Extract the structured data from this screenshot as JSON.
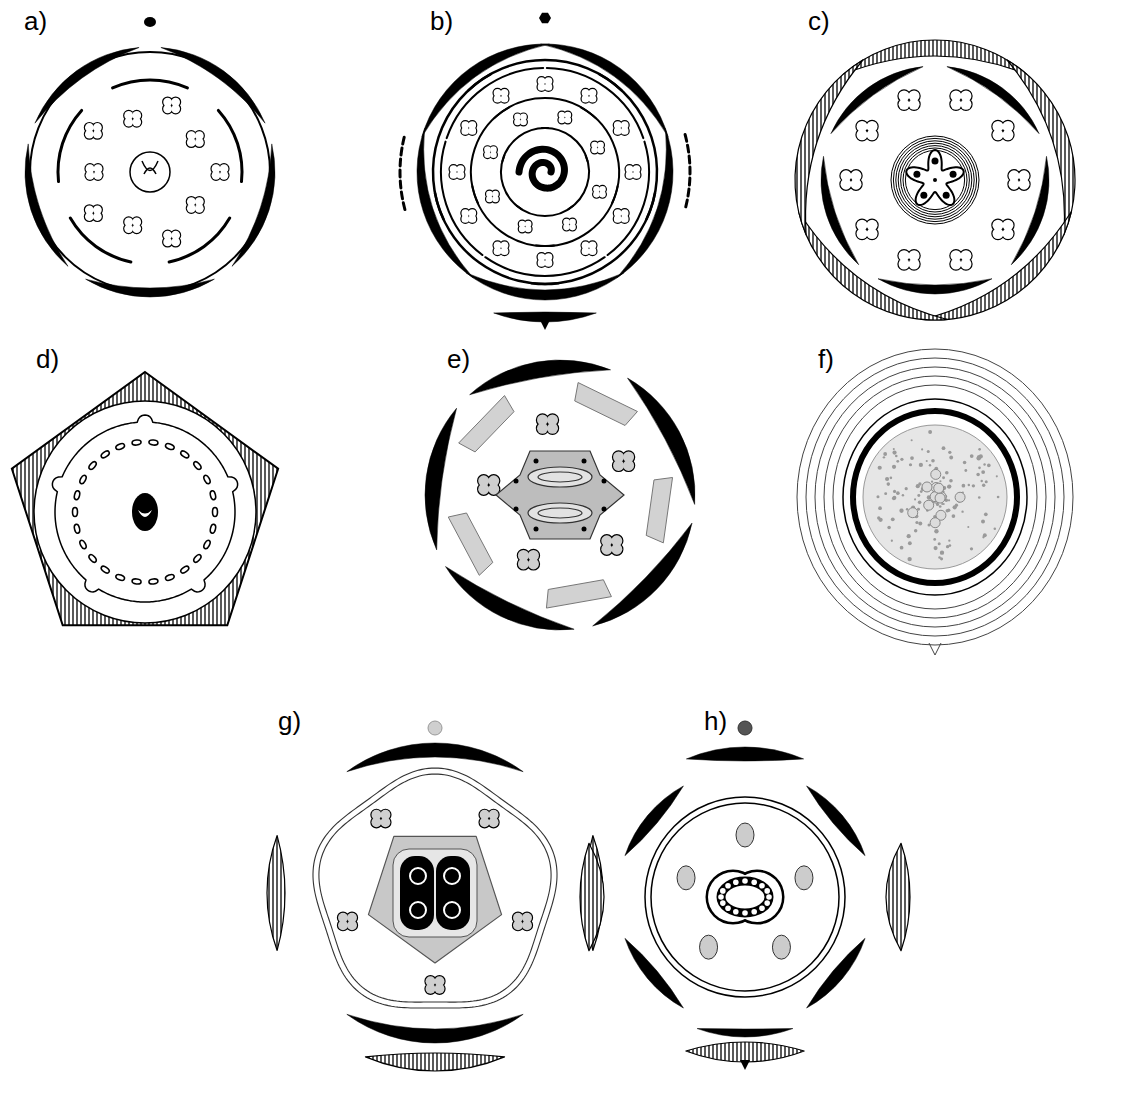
{
  "diagram": {
    "labels": [
      "a)",
      "b)",
      "c)",
      "d)",
      "e)",
      "f)",
      "g)",
      "h)"
    ]
  }
}
